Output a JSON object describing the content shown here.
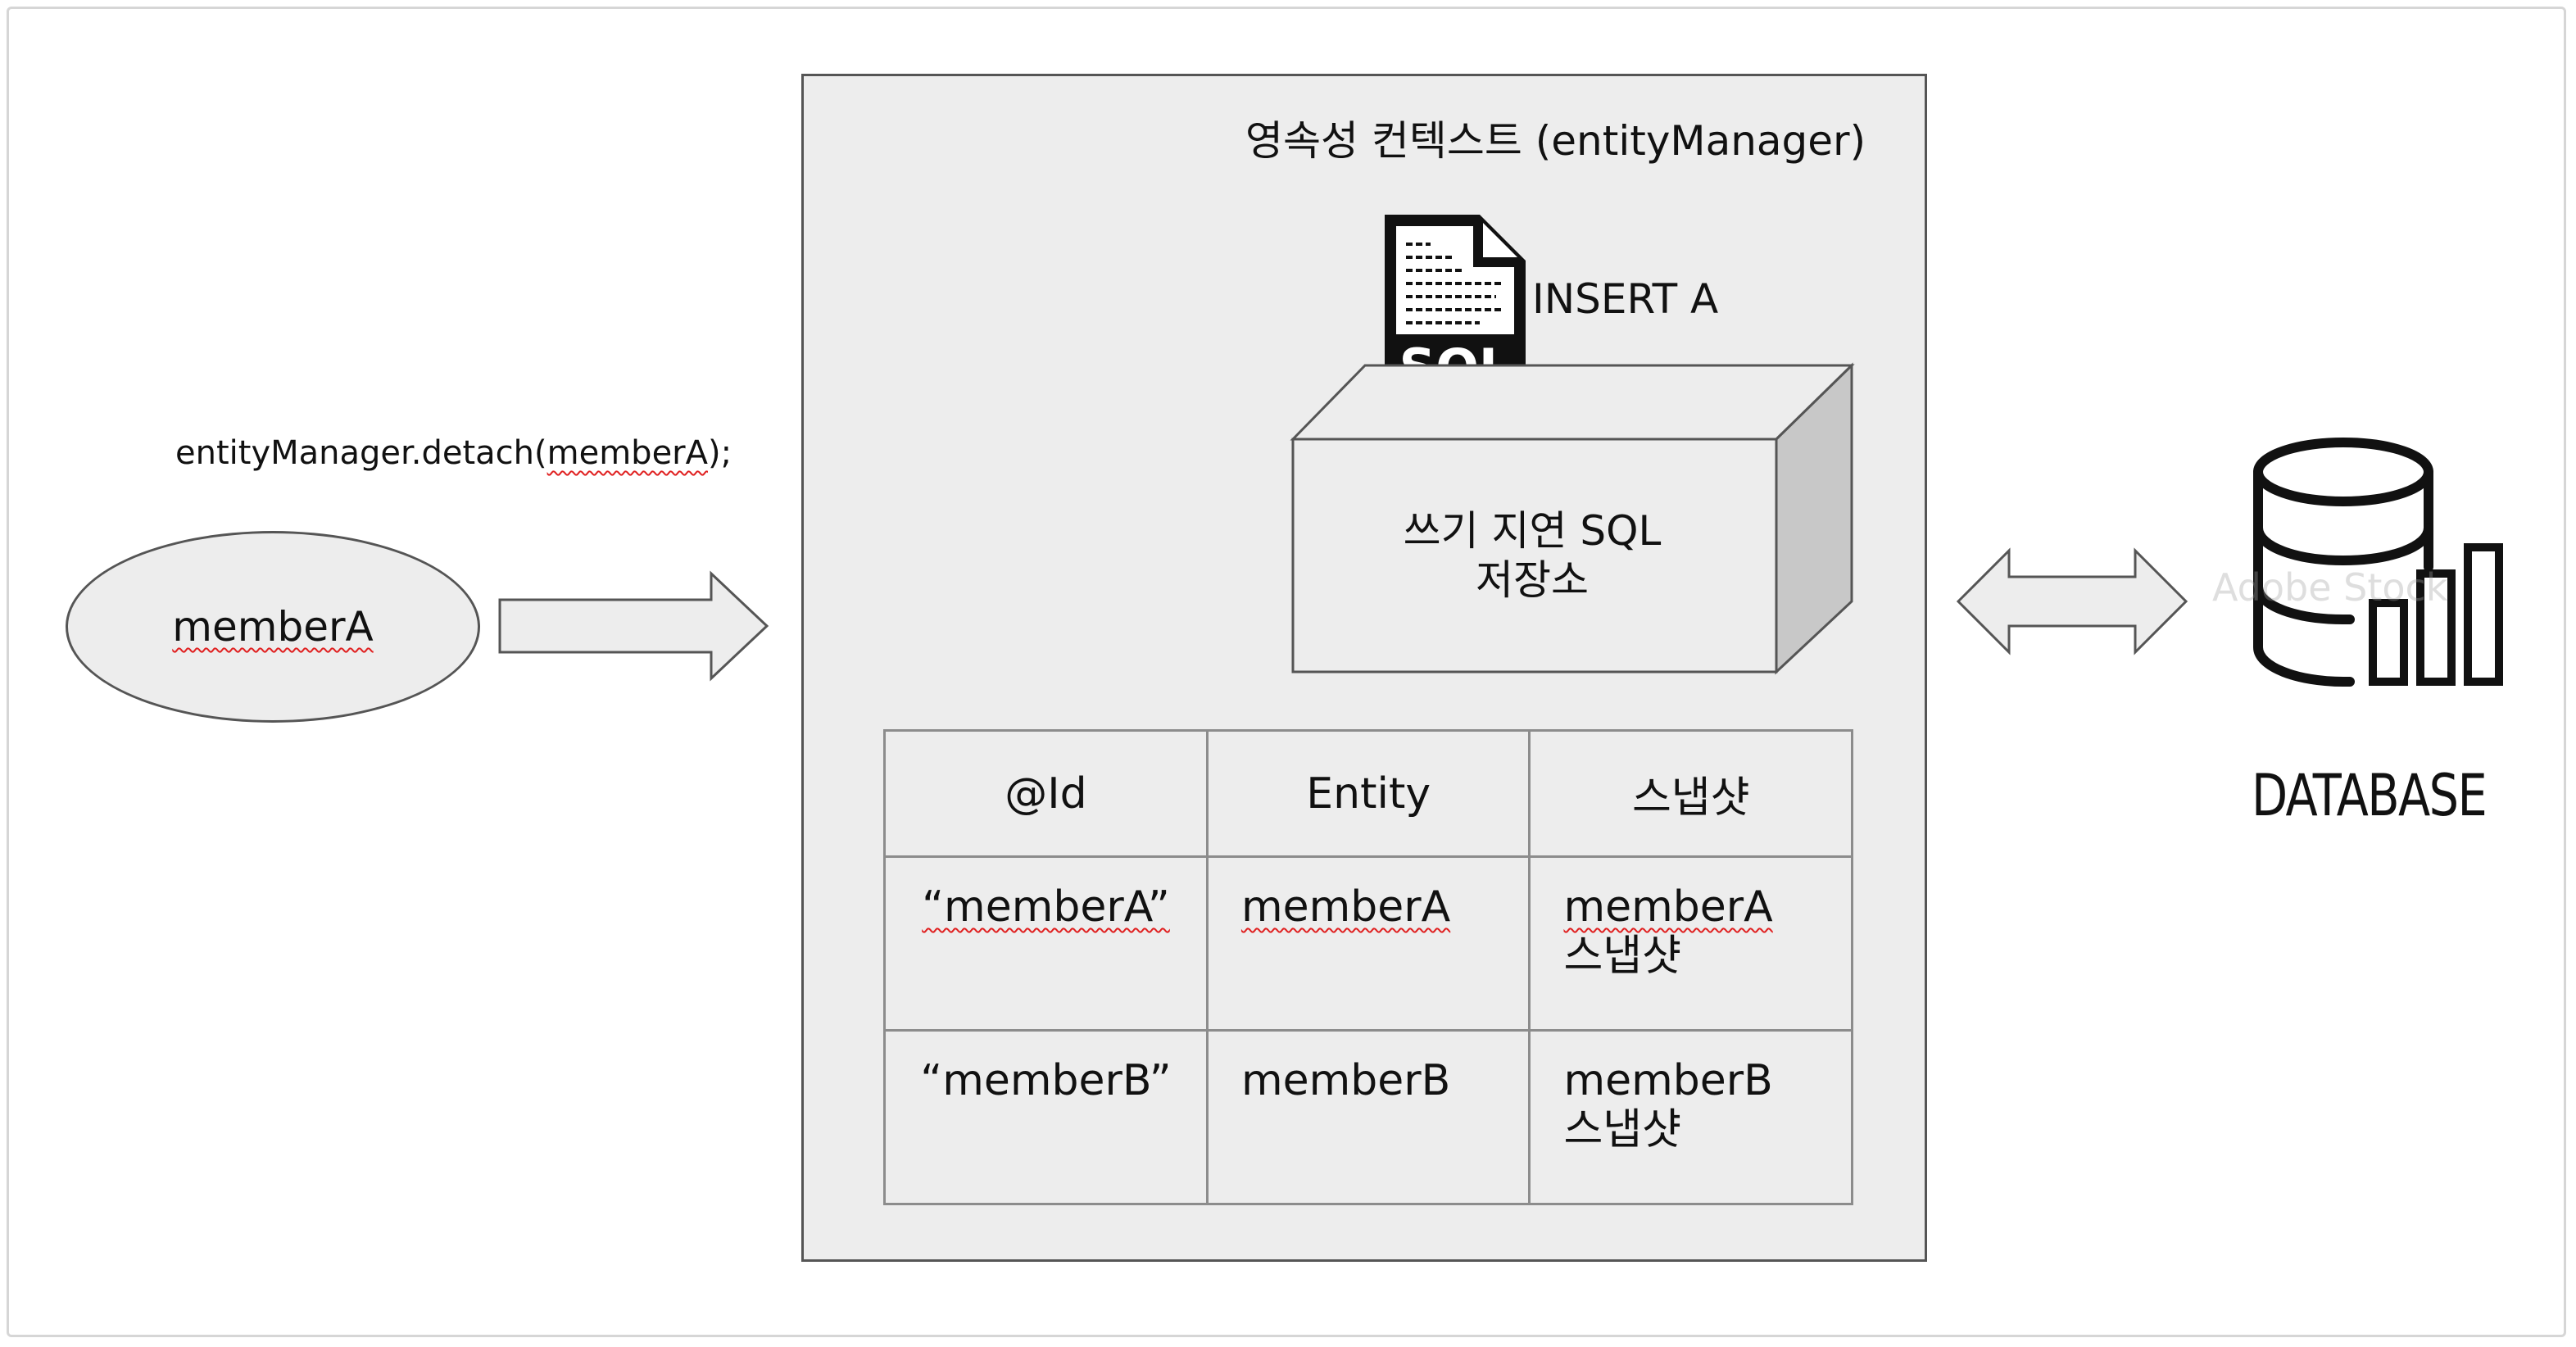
{
  "call_label": {
    "prefix": "entityManager.detach(",
    "arg": "memberA",
    "suffix": ");"
  },
  "entity": {
    "label": "memberA"
  },
  "context": {
    "title": "영속성 컨텍스트 (entityManager)",
    "sql_icon_text": "SQL",
    "insert_label": "INSERT A",
    "store_line1": "쓰기 지연 SQL",
    "store_line2": "저장소"
  },
  "table": {
    "headers": [
      "@Id",
      "Entity",
      "스냅샷"
    ],
    "rows": [
      {
        "id": "“memberA”",
        "entity": "memberA",
        "snapshot_name": "memberA",
        "snapshot_suffix": "스냅샷"
      },
      {
        "id": "“memberB”",
        "entity": "memberB",
        "snapshot_name": "memberB",
        "snapshot_suffix": "스냅샷"
      }
    ]
  },
  "database": {
    "label": "DATABASE",
    "watermark": "Adobe Stock"
  },
  "colors": {
    "panel": "#ededed",
    "border": "#555555",
    "error_underline": "#e02020"
  }
}
